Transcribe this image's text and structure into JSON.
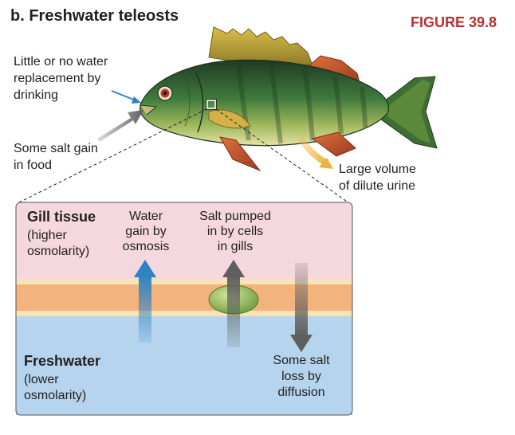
{
  "title": "b.  Freshwater teleosts",
  "figure_label": "FIGURE 39.8",
  "labels": {
    "drinking": "Little or no water\nreplacement by\ndrinking",
    "salt_food": "Some salt gain\nin food",
    "urine": "Large volume\nof dilute urine"
  },
  "inset": {
    "gill_heading": "Gill tissue",
    "gill_sub": "(higher\nosmolarity)",
    "water": "Water\ngain by\nosmosis",
    "salt_in": "Salt pumped\nin by cells\nin gills",
    "fresh_heading": "Freshwater",
    "fresh_sub": "(lower\nosmolarity)",
    "salt_out": "Some salt\nloss by\ndiffusion"
  },
  "colors": {
    "gill_tissue": "#f4d7df",
    "freshwater": "#b6d4ee",
    "membrane": "#f3b37e",
    "water_arrow": "#2e83c0",
    "salt_arrow": "#5f5f5f",
    "urine_arrow": "#f0b33a",
    "figure_label": "#b5312f"
  }
}
